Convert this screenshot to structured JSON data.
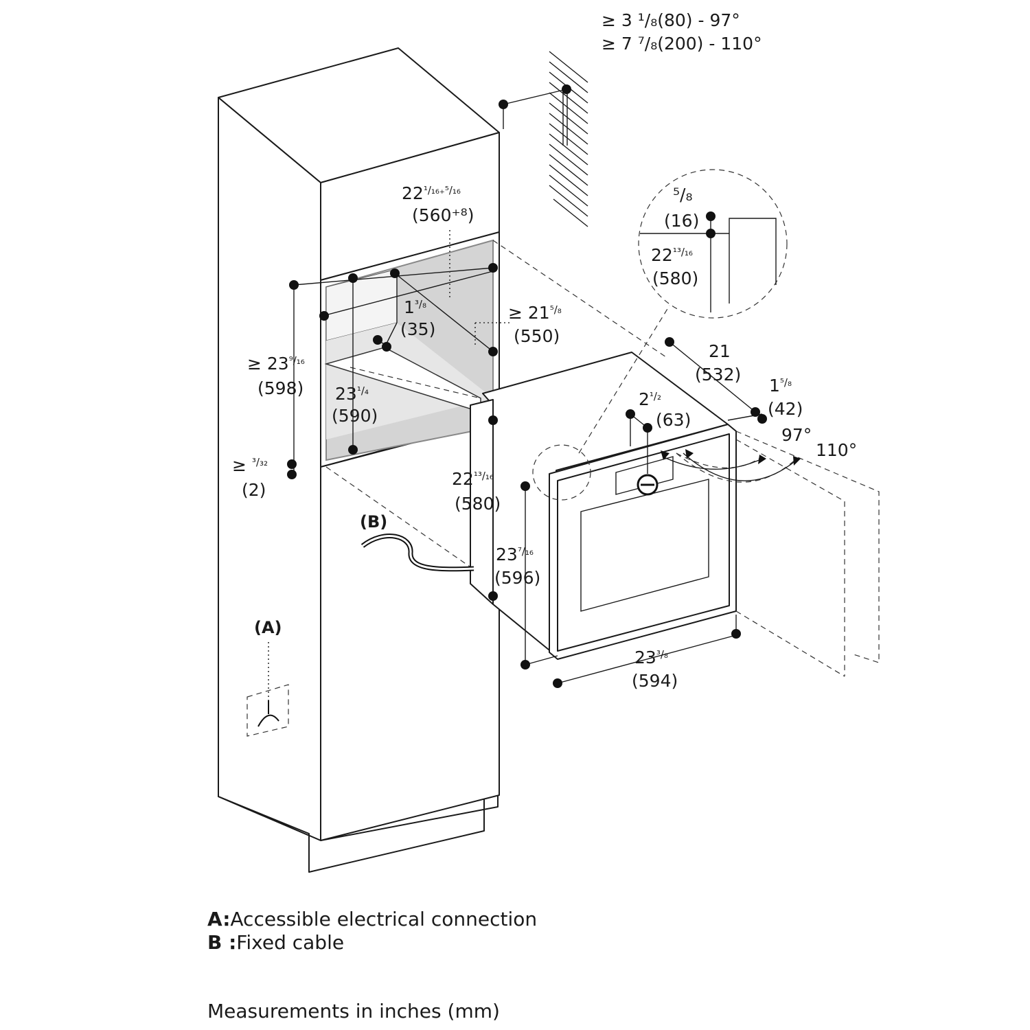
{
  "clearance": {
    "line1": "≥ 3 ¹/₈(80) - 97°",
    "line2": "≥ 7 ⁷/₈(200) - 110°"
  },
  "dims": {
    "niche_width": {
      "whole": "22",
      "frac": "¹/₁₆₊⁵/₁₆",
      "mm": "(560⁺⁸)"
    },
    "niche_height": {
      "whole": "≥ 23",
      "frac": "⁹/₁₆",
      "mm": "(598)"
    },
    "inner_height": {
      "whole": "23",
      "frac": "¹/₄",
      "mm": "(590)"
    },
    "panel_depth": {
      "whole": "1",
      "frac": "³/₈",
      "mm": "(35)"
    },
    "niche_depth": {
      "whole": "≥ 21",
      "frac": "⁵/₈",
      "mm": "(550)"
    },
    "gap": {
      "whole": "≥ ",
      "frac": "³/₃₂",
      "mm": "(2)"
    },
    "detail_top": {
      "frac": "⁵/₈",
      "mm": "(16)"
    },
    "detail_width": {
      "whole": "22",
      "frac": "¹³/₁₆",
      "mm": "(580)"
    },
    "oven_depth": {
      "whole": "21",
      "mm": "(532)"
    },
    "handle_depth": {
      "whole": "2",
      "frac": "¹/₂",
      "mm": "(63)"
    },
    "front_depth": {
      "whole": "1",
      "frac": "⁵/₈",
      "mm": "(42)"
    },
    "angle_97": "97°",
    "angle_110": "110°",
    "body_width": {
      "whole": "22",
      "frac": "¹³/₁₆",
      "mm": "(580)"
    },
    "front_height": {
      "whole": "23",
      "frac": "⁷/₁₆",
      "mm": "(596)"
    },
    "front_width": {
      "whole": "23",
      "frac": "³/₈",
      "mm": "(594)"
    }
  },
  "labels": {
    "a": "(A)",
    "b": "(B)"
  },
  "legend": {
    "a_key": "A:",
    "a_text": "Accessible electrical connection",
    "b_key": "B :",
    "b_text": "Fixed cable",
    "note": "Measurements in inches (mm)"
  }
}
